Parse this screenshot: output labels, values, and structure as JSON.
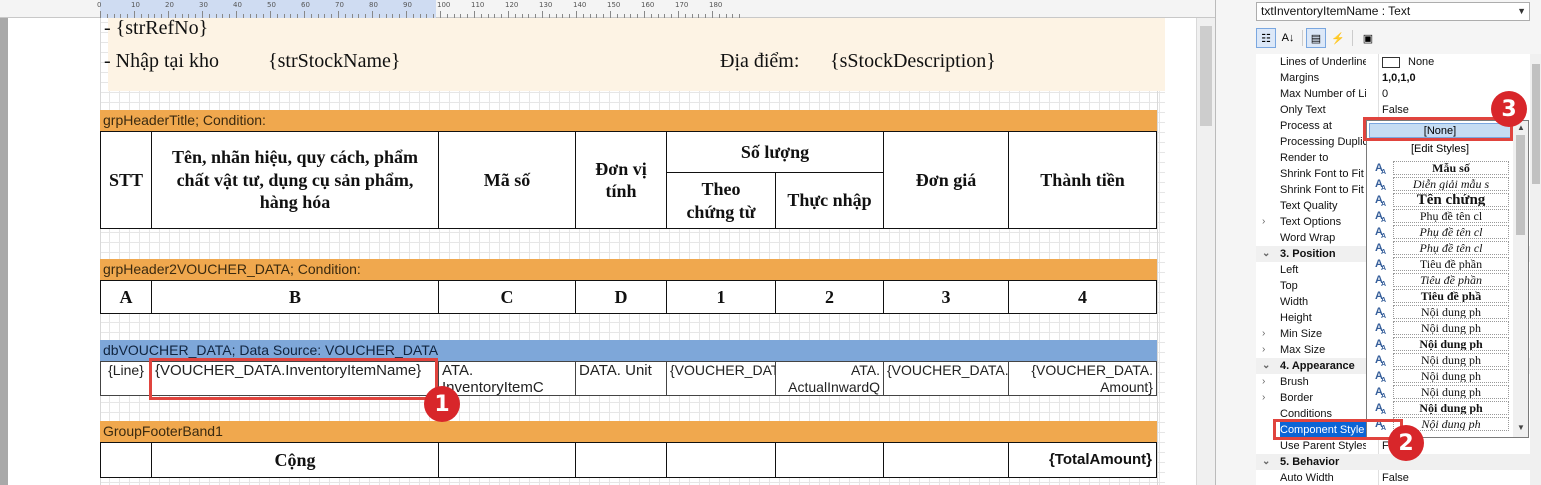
{
  "designer": {
    "ruler_numbers": [
      "0",
      "10",
      "20",
      "30",
      "40",
      "50",
      "60",
      "70",
      "80",
      "90",
      "100",
      "110",
      "120",
      "130",
      "140",
      "150",
      "160",
      "170",
      "180"
    ],
    "report_header": {
      "ref_line": "- {strRefNo}",
      "stock_label": "- Nhập tại kho",
      "stock_field": "{strStockName}",
      "location_label": "Địa điểm:",
      "location_field": "{sStockDescription}"
    },
    "bands": {
      "header_title": "grpHeaderTitle; Condition:",
      "header2": "grpHeader2VOUCHER_DATA; Condition:",
      "data": "dbVOUCHER_DATA; Data Source: VOUCHER_DATA",
      "footer": "GroupFooterBand1"
    },
    "columns": {
      "stt": "STT",
      "name": "Tên, nhãn hiệu, quy cách, phẩm chất vật tư, dụng cụ sản phẩm, hàng hóa",
      "code": "Mã số",
      "unit": "Đơn vị tính",
      "quantity": "Số lượng",
      "qty_voucher": "Theo chứng từ",
      "qty_actual": "Thực nhập",
      "price": "Đơn giá",
      "amount": "Thành tiền"
    },
    "index_row": [
      "A",
      "B",
      "C",
      "D",
      "1",
      "2",
      "3",
      "4"
    ],
    "data_row": {
      "line": "{Line}",
      "item_name": "{VOUCHER_DATA.InventoryItemName}",
      "item_code": "ATA. InventoryItemC",
      "unit": "DATA. Unit",
      "qty": "{VOUCHER_DATA.Quantity}",
      "actual": "ATA. ActualInwardQ",
      "price": "{VOUCHER_DATA.UnitPrice}",
      "amount": "{VOUCHER_DATA. Amount}"
    },
    "footer_row": {
      "total_label": "Cộng",
      "total_value": "{TotalAmount}"
    }
  },
  "callouts": {
    "one": "1",
    "two": "2",
    "three": "3"
  },
  "properties": {
    "selector": "txtInventoryItemName : Text",
    "rows": [
      {
        "name": "Lines of Underline",
        "value": "None",
        "kind": "swatch"
      },
      {
        "name": "Margins",
        "value": "1,0,1,0",
        "kind": "bold"
      },
      {
        "name": "Max Number of Lines",
        "value": "0"
      },
      {
        "name": "Only Text",
        "value": "False"
      },
      {
        "name": "Process at",
        "value": ""
      },
      {
        "name": "Processing Duplicates",
        "value": ""
      },
      {
        "name": "Render to",
        "value": ""
      },
      {
        "name": "Shrink Font to Fit",
        "value": ""
      },
      {
        "name": "Shrink Font to Fit M",
        "value": ""
      },
      {
        "name": "Text Quality",
        "value": ""
      },
      {
        "name": "Text Options",
        "value": "",
        "expand": true
      },
      {
        "name": "Word Wrap",
        "value": ""
      },
      {
        "name": "3. Position",
        "value": "",
        "category": true
      },
      {
        "name": "Left",
        "value": ""
      },
      {
        "name": "Top",
        "value": ""
      },
      {
        "name": "Width",
        "value": ""
      },
      {
        "name": "Height",
        "value": ""
      },
      {
        "name": "Min Size",
        "value": "",
        "expand": true
      },
      {
        "name": "Max Size",
        "value": "",
        "expand": true
      },
      {
        "name": "4. Appearance",
        "value": "",
        "category": true
      },
      {
        "name": "Brush",
        "value": "",
        "expand": true
      },
      {
        "name": "Border",
        "value": "",
        "expand": true
      },
      {
        "name": "Conditions",
        "value": ""
      },
      {
        "name": "Component Style",
        "value": "",
        "selected": true
      },
      {
        "name": "Use Parent Styles",
        "value": "F"
      },
      {
        "name": "5. Behavior",
        "value": "",
        "category": true
      },
      {
        "name": "Auto Width",
        "value": "False"
      }
    ],
    "dropdown": {
      "none_item": "[None]",
      "edit_item": "[Edit Styles]",
      "styles": [
        "Mẫu số",
        "Diễn giải mẫu s",
        "Tên chứng",
        "Phụ đề tên cl",
        "Phụ đề tên cl",
        "Phụ đề tên cl",
        "Tiêu đề phần",
        "Tiêu đề phần",
        "Tiêu đề phầ",
        "Nội dung ph",
        "Nội dung ph",
        "Nội dung ph",
        "Nội dung ph",
        "Nội dung ph",
        "Nội dung ph",
        "Nội dung ph",
        "Nội dung ph"
      ]
    }
  }
}
